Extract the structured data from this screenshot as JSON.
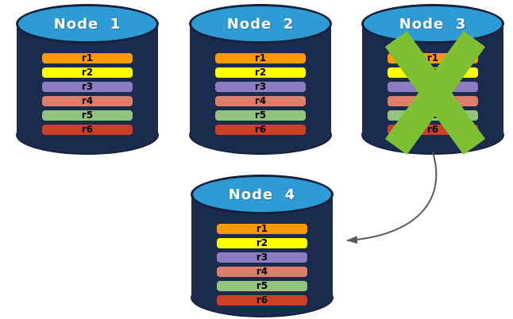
{
  "colors": {
    "cylinder_body": "#1B2B4E",
    "cylinder_top_fill": "#2E9BD5",
    "cylinder_outline": "#14213D",
    "node_title_color": "#FFFFFF",
    "record_label_color": "#000000",
    "crash_x": "#7DC032",
    "arrow": "#595959"
  },
  "nodes": [
    {
      "title": "Node  1",
      "crashed": false,
      "records": [
        {
          "label": "r1",
          "color": "#FF9900"
        },
        {
          "label": "r2",
          "color": "#FFFF00"
        },
        {
          "label": "r3",
          "color": "#8E7CC3"
        },
        {
          "label": "r4",
          "color": "#DD7E6B"
        },
        {
          "label": "r5",
          "color": "#93C47D"
        },
        {
          "label": "r6",
          "color": "#CC4125"
        }
      ]
    },
    {
      "title": "Node  2",
      "crashed": false,
      "records": [
        {
          "label": "r1",
          "color": "#FF9900"
        },
        {
          "label": "r2",
          "color": "#FFFF00"
        },
        {
          "label": "r3",
          "color": "#8E7CC3"
        },
        {
          "label": "r4",
          "color": "#DD7E6B"
        },
        {
          "label": "r5",
          "color": "#93C47D"
        },
        {
          "label": "r6",
          "color": "#CC4125"
        }
      ]
    },
    {
      "title": "Node  3",
      "crashed": true,
      "records": [
        {
          "label": "r1",
          "color": "#FF9900"
        },
        {
          "label": "r2",
          "color": "#FFFF00"
        },
        {
          "label": "r3",
          "color": "#8E7CC3"
        },
        {
          "label": "r4",
          "color": "#DD7E6B"
        },
        {
          "label": "r5",
          "color": "#93C47D"
        },
        {
          "label": "r6",
          "color": "#CC4125"
        }
      ]
    },
    {
      "title": "Node  4",
      "crashed": false,
      "records": [
        {
          "label": "r1",
          "color": "#FF9900"
        },
        {
          "label": "r2",
          "color": "#FFFF00"
        },
        {
          "label": "r3",
          "color": "#8E7CC3"
        },
        {
          "label": "r4",
          "color": "#DD7E6B"
        },
        {
          "label": "r5",
          "color": "#93C47D"
        },
        {
          "label": "r6",
          "color": "#CC4125"
        }
      ]
    }
  ],
  "failover_arrow": {
    "from": "Node 3",
    "to": "Node 4"
  }
}
